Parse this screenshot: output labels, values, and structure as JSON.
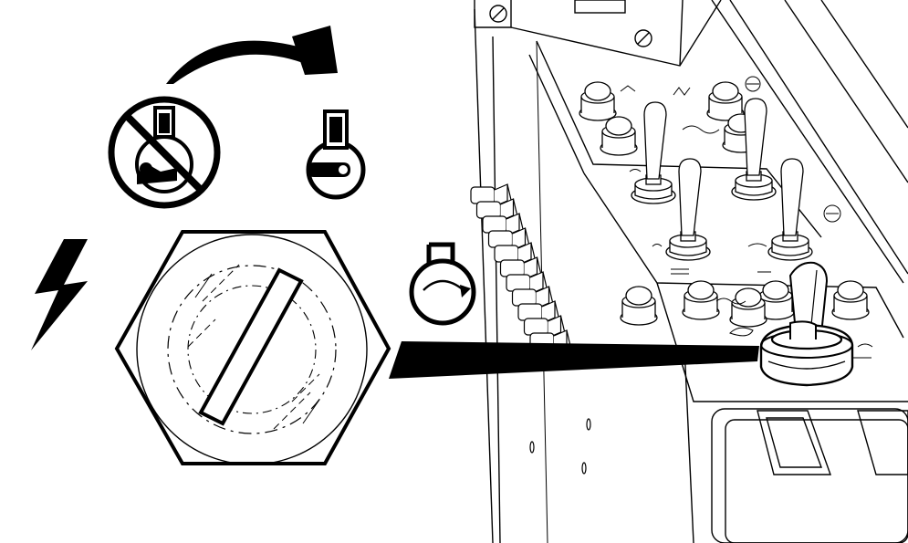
{
  "illustration": {
    "colors": {
      "ink": "#000000",
      "paper": "#ffffff"
    },
    "icons": [
      "rotation-arrow-icon",
      "no-ignition-key-icon",
      "ignition-key-icon",
      "electrical-lightning-icon",
      "key-switch-detail-icon",
      "engine-rotate-icon"
    ],
    "panel": {
      "toggle_switches": 5,
      "round_buttons": 9,
      "side_switches": 11
    }
  }
}
